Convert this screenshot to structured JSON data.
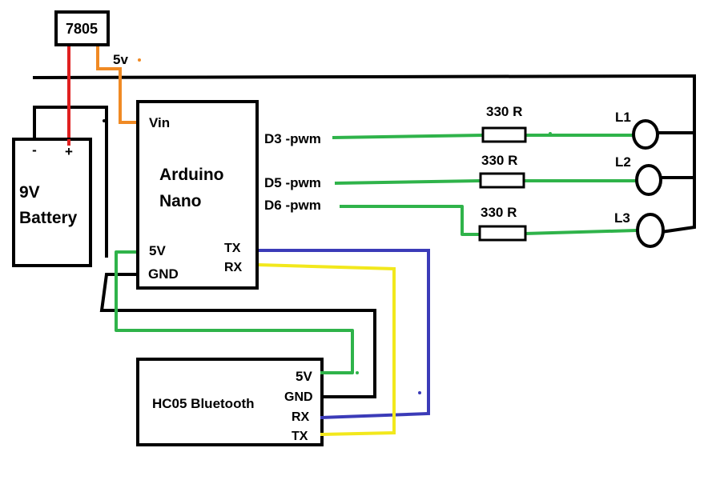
{
  "regulator": {
    "label": "7805",
    "output_label": "5v"
  },
  "battery": {
    "label_line1": "9V",
    "label_line2": "Battery",
    "minus": "-",
    "plus": "+"
  },
  "arduino": {
    "name_line1": "Arduino",
    "name_line2": "Nano",
    "pins": {
      "vin": "Vin",
      "v5": "5V",
      "gnd": "GND",
      "tx": "TX",
      "rx": "RX"
    }
  },
  "pwm_pins": {
    "d3": "D3 -pwm",
    "d5": "D5 -pwm",
    "d6": "D6 -pwm"
  },
  "resistors": {
    "r1": "330 R",
    "r2": "330 R",
    "r3": "330 R"
  },
  "leds": {
    "l1": "L1",
    "l2": "L2",
    "l3": "L3"
  },
  "bluetooth": {
    "name": "HC05 Bluetooth",
    "pins": {
      "v5": "5V",
      "gnd": "GND",
      "rx": "RX",
      "tx": "TX"
    }
  },
  "wire_colors": {
    "ground": "#000000",
    "battery_positive": "#e02020",
    "regulated_5v": "#f08a24",
    "signal": "#2fb34a",
    "uart_tx_to_rx": "#3b3bb8",
    "uart_rx_from_tx": "#f2e81c"
  }
}
